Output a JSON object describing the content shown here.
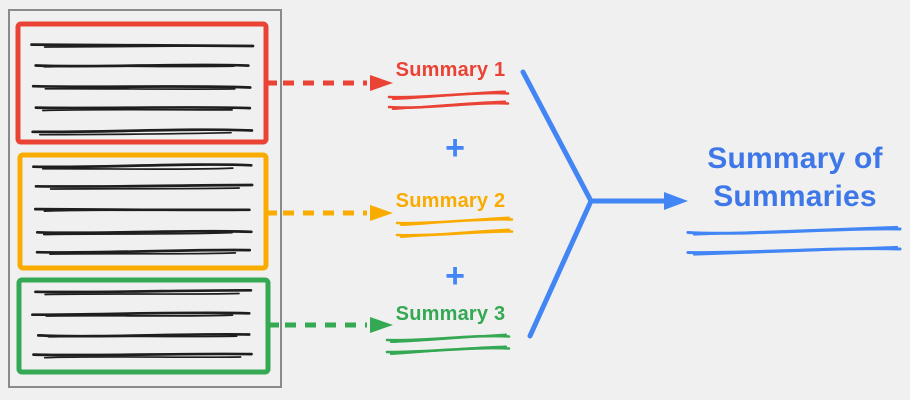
{
  "page": {
    "background": "#f0f0f0"
  },
  "colors": {
    "red": "#EA4335",
    "orange": "#F9AB00",
    "green": "#34A853",
    "blue": "#4285F4",
    "title_blue": "#3E78E8",
    "ink": "#1e1e1e",
    "frame": "#8a8a8a"
  },
  "source_document": {
    "description": "document with three highlighted sections of scribbled text",
    "sections": [
      {
        "color_key": "red",
        "text_line_count": 5
      },
      {
        "color_key": "orange",
        "text_line_count": 5
      },
      {
        "color_key": "green",
        "text_line_count": 4
      }
    ]
  },
  "summaries": [
    {
      "label": "Summary 1",
      "color_key": "red"
    },
    {
      "label": "Summary 2",
      "color_key": "orange"
    },
    {
      "label": "Summary 3",
      "color_key": "green"
    }
  ],
  "operators": {
    "plus": "+"
  },
  "result": {
    "title": "Summary of Summaries"
  }
}
